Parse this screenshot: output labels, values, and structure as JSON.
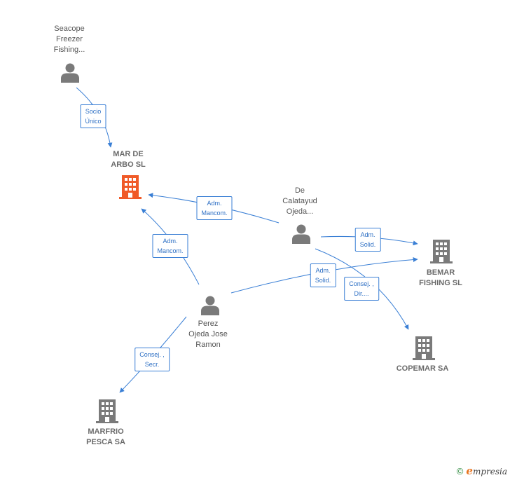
{
  "colors": {
    "edge": "#3a7fd5",
    "person_icon": "#7a7a7a",
    "company_icon": "#7a7a7a",
    "active_company_icon": "#f05a28"
  },
  "nodes": {
    "seacope": {
      "type": "person",
      "label_lines": [
        "Seacope",
        "Freezer",
        "Fishing..."
      ],
      "icon": "person-icon"
    },
    "mar_de_arbo": {
      "type": "company",
      "active": true,
      "label_lines": [
        "MAR DE",
        "ARBO  SL"
      ],
      "icon": "building-icon"
    },
    "de_calatayud": {
      "type": "person",
      "label_lines": [
        "De",
        "Calatayud",
        "Ojeda..."
      ],
      "icon": "person-icon"
    },
    "bemar": {
      "type": "company",
      "label_lines": [
        "BEMAR",
        "FISHING  SL"
      ],
      "icon": "building-icon"
    },
    "perez": {
      "type": "person",
      "label_lines": [
        "Perez",
        "Ojeda Jose",
        "Ramon"
      ],
      "icon": "person-icon"
    },
    "copemar": {
      "type": "company",
      "label_lines": [
        "COPEMAR SA"
      ],
      "icon": "building-icon"
    },
    "marfrio": {
      "type": "company",
      "label_lines": [
        "MARFRIO",
        "PESCA SA"
      ],
      "icon": "building-icon"
    }
  },
  "edges": [
    {
      "id": "e1",
      "from": "seacope",
      "to": "mar_de_arbo",
      "label_lines": [
        "Socio",
        "Único"
      ]
    },
    {
      "id": "e2",
      "from": "de_calatayud",
      "to": "mar_de_arbo",
      "label_lines": [
        "Adm.",
        "Mancom."
      ]
    },
    {
      "id": "e3",
      "from": "perez",
      "to": "mar_de_arbo",
      "label_lines": [
        "Adm.",
        "Mancom."
      ]
    },
    {
      "id": "e4",
      "from": "de_calatayud",
      "to": "bemar",
      "label_lines": [
        "Adm.",
        "Solid."
      ]
    },
    {
      "id": "e5",
      "from": "perez",
      "to": "bemar",
      "label_lines": [
        "Adm.",
        "Solid."
      ]
    },
    {
      "id": "e6",
      "from": "de_calatayud",
      "to": "copemar",
      "label_lines": [
        "Consej. ,",
        "Dir...."
      ]
    },
    {
      "id": "e7",
      "from": "perez",
      "to": "marfrio",
      "label_lines": [
        "Consej. ,",
        "Secr."
      ]
    }
  ],
  "footer": {
    "copyright_symbol": "©",
    "brand_initial": "e",
    "brand_rest": "mpresia"
  }
}
